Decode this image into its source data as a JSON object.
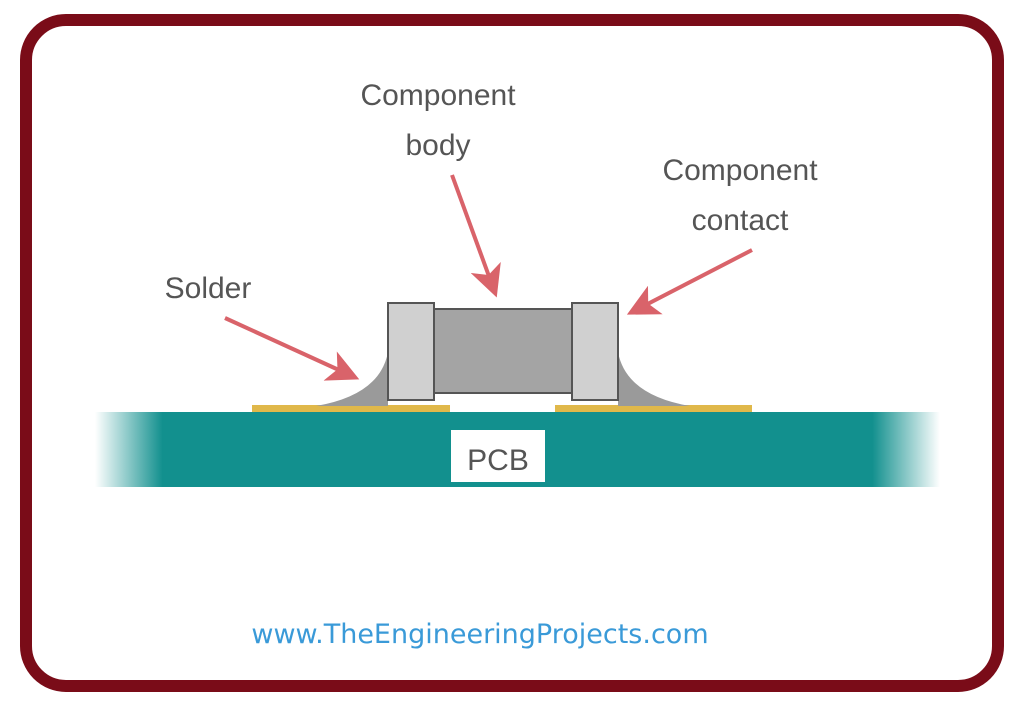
{
  "labels": {
    "component_body_line1": "Component",
    "component_body_line2": "body",
    "component_contact_line1": "Component",
    "component_contact_line2": "contact",
    "solder": "Solder",
    "pcb": "PCB"
  },
  "footer": {
    "url": "www.TheEngineeringProjects.com"
  },
  "colors": {
    "frame": "#7a0c18",
    "arrow": "#d9636a",
    "pcb": "#12908e",
    "pad": "#e0b84a",
    "solder": "#9a9a9a",
    "contact": "#d0d0d0",
    "body": "#a4a4a4",
    "url": "#3a9ad8"
  }
}
